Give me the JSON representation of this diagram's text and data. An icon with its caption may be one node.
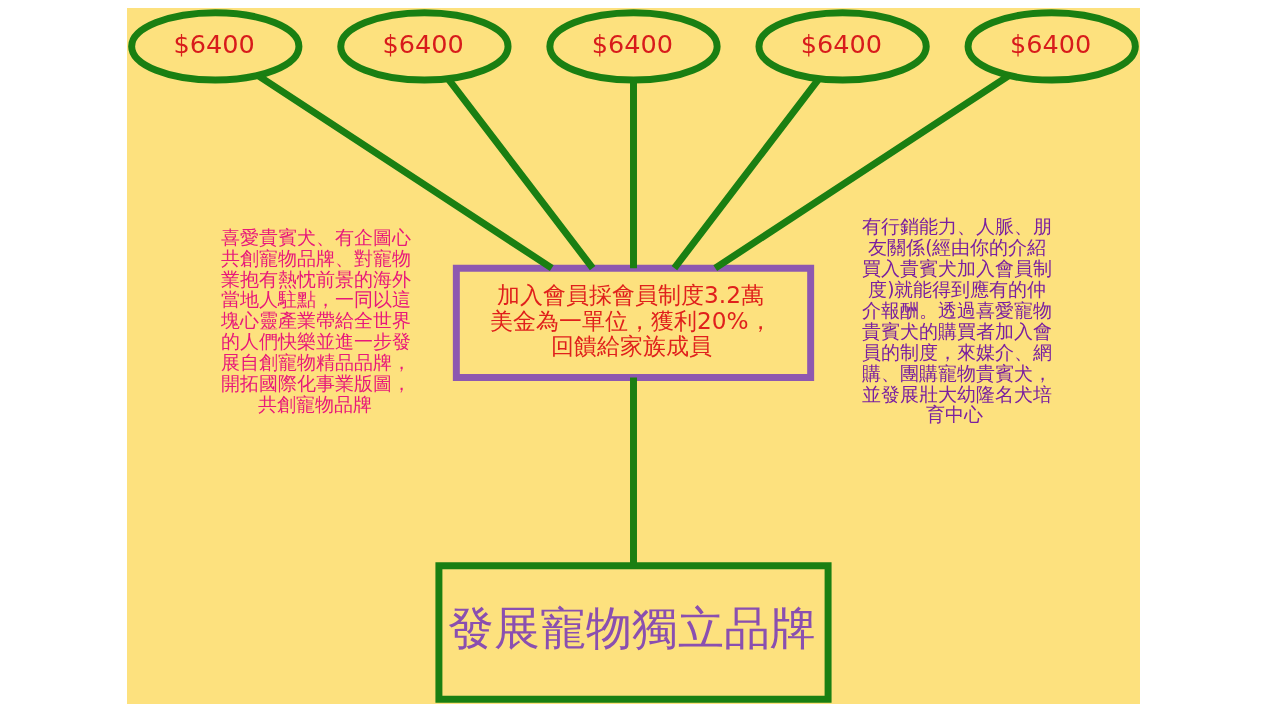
{
  "diagram": {
    "nodes": [
      {
        "text": [
          "$6400"
        ]
      },
      {
        "text": [
          "$6400"
        ]
      },
      {
        "text": [
          "$6400"
        ]
      },
      {
        "text": [
          "$6400"
        ]
      },
      {
        "text": [
          "$6400"
        ]
      },
      {
        "text": [
          "加入會員採會員制度3.2萬美金為一單位，獲利20%，回饋給家族成員"
        ]
      },
      {
        "text": [
          "發展寵物獨立品牌"
        ]
      }
    ],
    "edges": [
      {
        "from": 0,
        "to": 5,
        "arrow": "none"
      },
      {
        "from": 1,
        "to": 5,
        "arrow": "none"
      },
      {
        "from": 2,
        "to": 5,
        "arrow": "none"
      },
      {
        "from": 3,
        "to": 5,
        "arrow": "none"
      },
      {
        "from": 4,
        "to": 5,
        "arrow": "none"
      },
      {
        "from": 5,
        "to": 6,
        "arrow": "none"
      }
    ],
    "labels": [
      "喜愛貴賓犬、有企圖心共創寵物品牌、對寵物業抱有熱忱前景的海外當地人駐點，一同以這塊心靈產業帶給全世界的人們快樂並進一步發展自創寵物精品品牌，開拓國際化事業版圖，共創寵物品牌",
      "有行銷能力、人脈、朋友關係(經由你的介紹買入貴賓犬加入會員制度)就能得到應有的仲介報酬。透過喜愛寵物貴賓犬的購買者加入會員的制度，來媒介、網購、團購寵物貴賓犬，並發展壯大幼隆名犬培育中心"
    ]
  }
}
